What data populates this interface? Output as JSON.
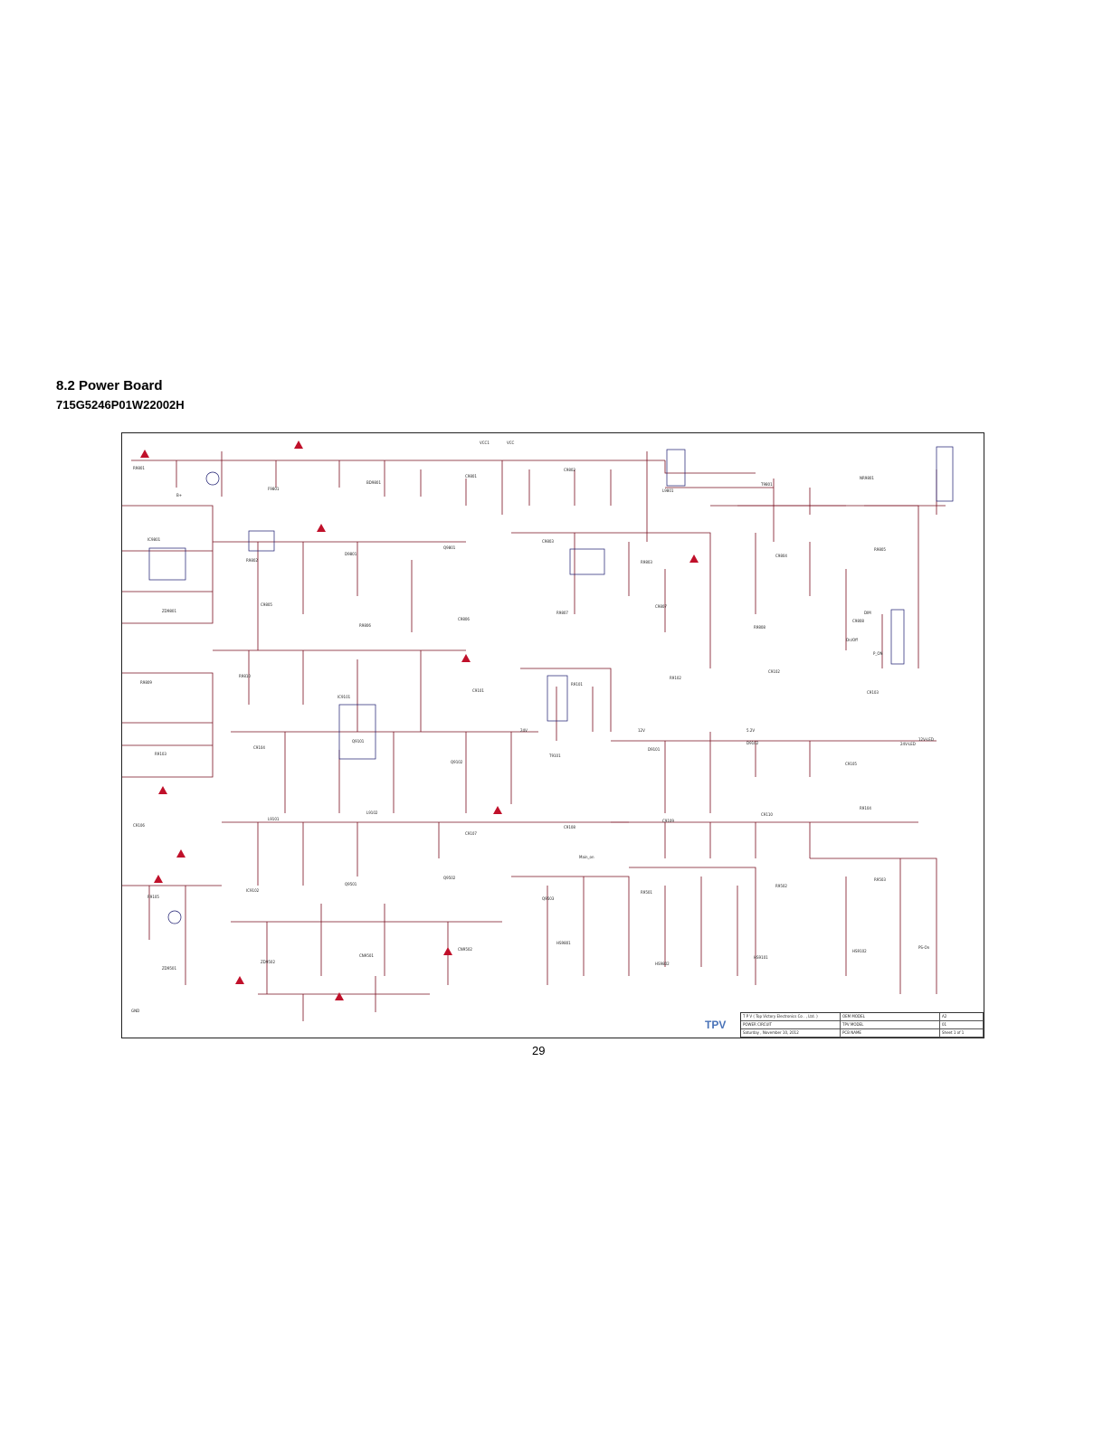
{
  "section_title": "8.2 Power Board",
  "board_code": "715G5246P01W22002H",
  "page_number": "29",
  "title_block": {
    "company": "T P V ( Top Victory Electronics Co . , Ltd. )",
    "oem_model_label": "OEM MODEL",
    "tpv_model_label": "TPV MODEL",
    "pcb_name_label": "PCB NAME",
    "title": "POWER CIRCUIT",
    "date": "Saturday , November 10, 2012",
    "sheet": "Sheet  1  of  1",
    "size": "A2",
    "rev": "01",
    "logo": "TPV"
  },
  "component_labels": [
    "R9801",
    "F9801",
    "BD9801",
    "C9801",
    "C9802",
    "L9801",
    "T9801",
    "NR9801",
    "IC9801",
    "R9802",
    "D9801",
    "Q9801",
    "C9803",
    "R9803",
    "C9804",
    "R9805",
    "ZD9801",
    "C9805",
    "R9806",
    "C9806",
    "R9807",
    "C9807",
    "R9808",
    "C9808",
    "R9809",
    "R9810",
    "IC9101",
    "C9101",
    "R9101",
    "R9102",
    "C9102",
    "C9103",
    "R9103",
    "C9104",
    "Q9101",
    "Q9102",
    "T9101",
    "D9101",
    "D9102",
    "C9105",
    "C9106",
    "L9101",
    "L9102",
    "C9107",
    "C9108",
    "C9109",
    "C9110",
    "R9104",
    "R9105",
    "IC9102",
    "Q9501",
    "Q9502",
    "Q9503",
    "R9501",
    "R9502",
    "R9503",
    "ZD9501",
    "ZD9502",
    "CN9501",
    "CN9502",
    "HS9801",
    "HS9802",
    "HS9101",
    "HS9102"
  ],
  "net_labels": [
    "VCC1",
    "VCC",
    "24V",
    "12V",
    "5.2V",
    "B+",
    "Main_on",
    "PS-On",
    "DIM",
    "On/Off",
    "P_ON",
    "12V-LED",
    "24V-LED",
    "GND"
  ]
}
